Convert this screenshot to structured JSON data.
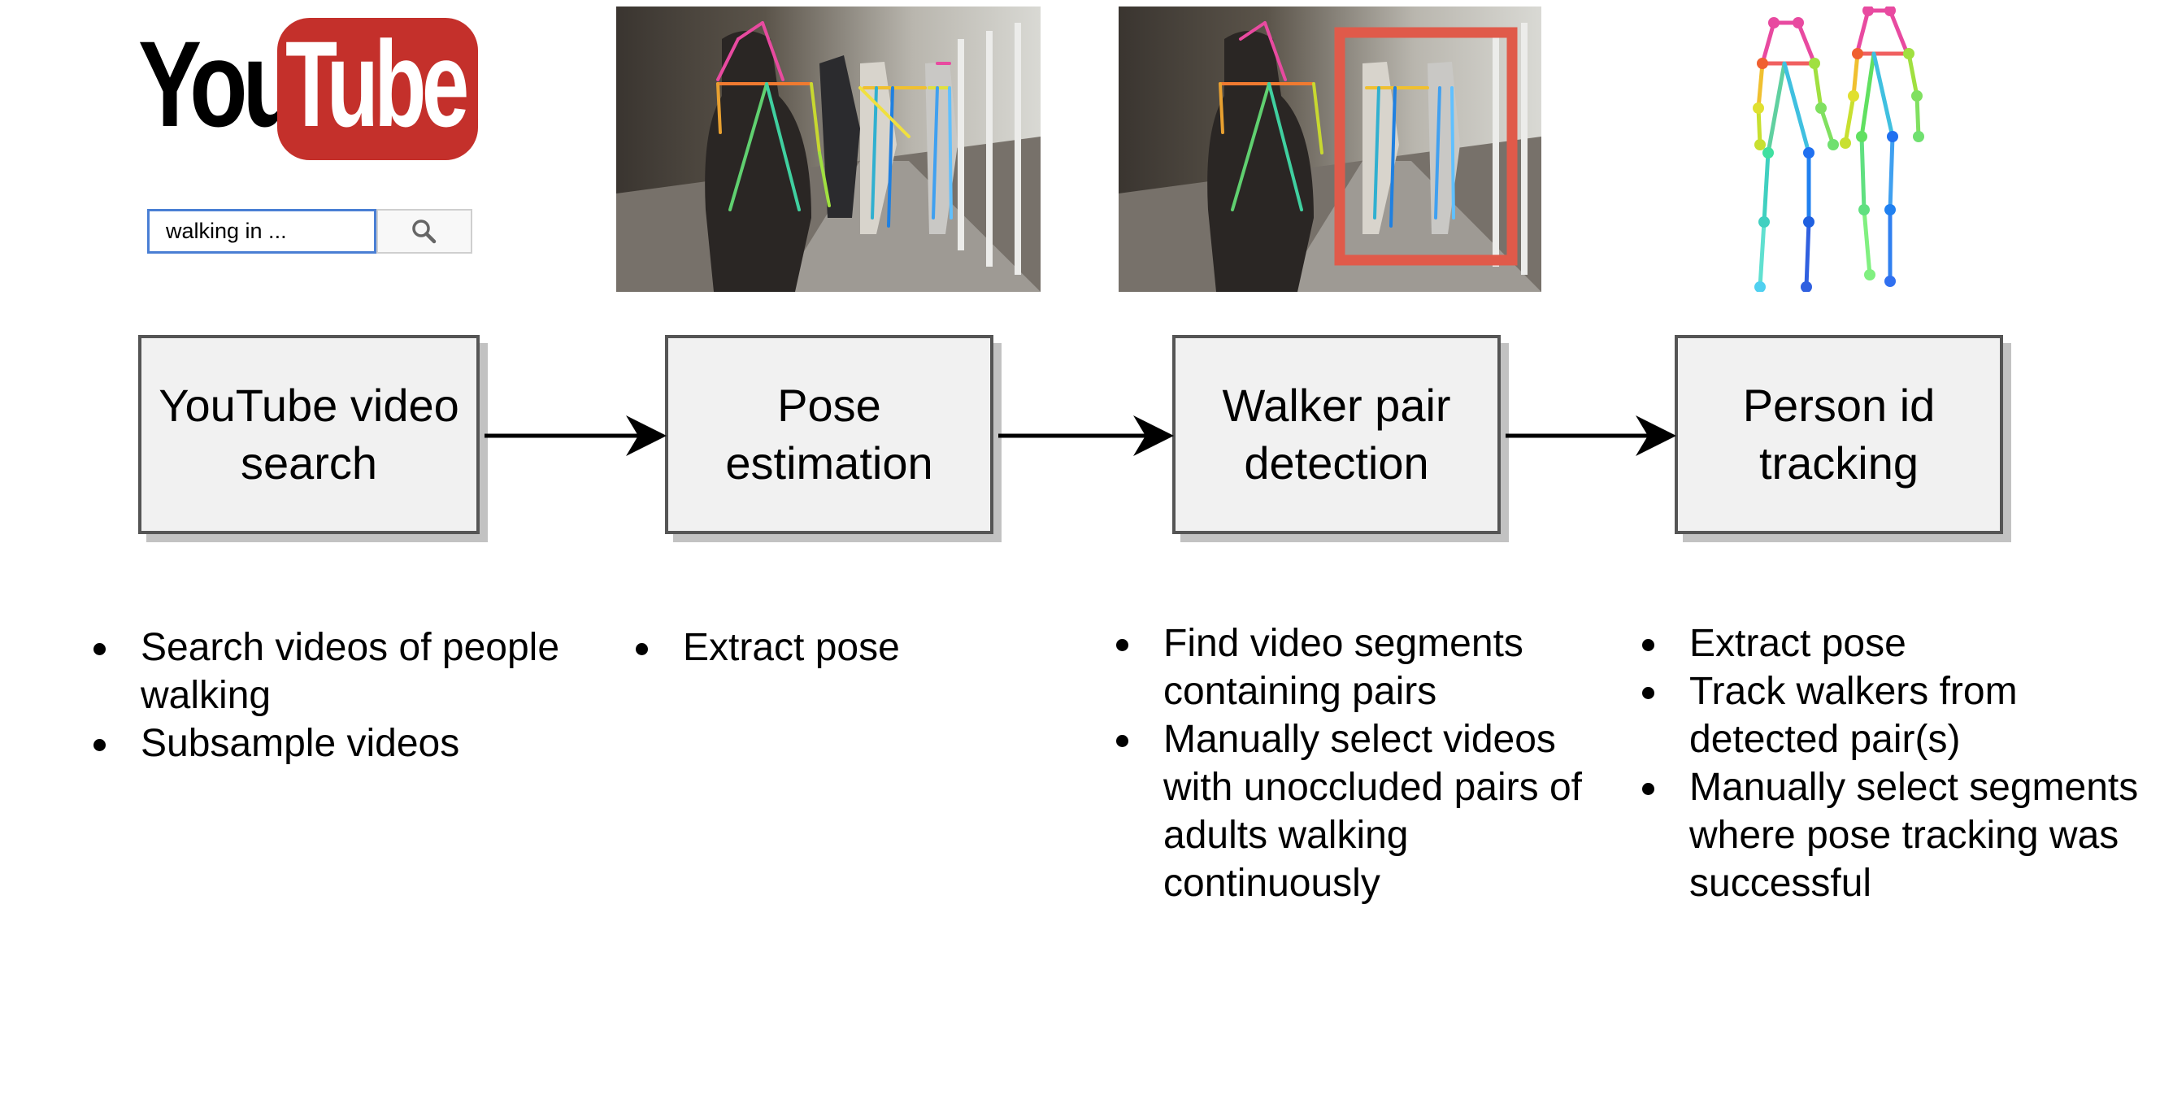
{
  "logo": {
    "you": "You",
    "tube": "Tube",
    "brand_color": "#c4302b"
  },
  "search": {
    "query": "walking in ...",
    "icon": "search-icon"
  },
  "steps": [
    {
      "label": "YouTube video search"
    },
    {
      "label": "Pose estimation"
    },
    {
      "label": "Walker pair detection"
    },
    {
      "label": "Person id tracking"
    }
  ],
  "bullets": [
    [
      "Search videos of people walking",
      "Subsample videos"
    ],
    [
      "Extract pose"
    ],
    [
      "Find video segments containing pairs",
      "Manually select videos with unoccluded pairs of adults walking continuously"
    ],
    [
      "Extract pose",
      "Track walkers from detected pair(s)",
      "Manually select segments where pose tracking was successful"
    ]
  ],
  "colors": {
    "box_fill": "#f1f1f1",
    "box_border": "#555555",
    "detection_box": "#e05a4a"
  }
}
